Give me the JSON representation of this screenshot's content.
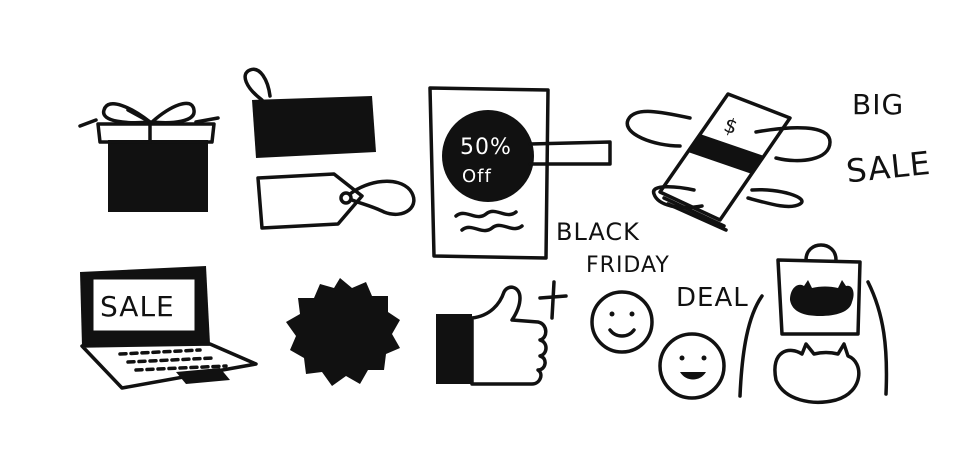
{
  "colors": {
    "ink": "#111111",
    "paper": "#ffffff"
  },
  "texts": {
    "big": "BIG",
    "sale_big": "SALE",
    "black": "BLACK",
    "friday": "FRIDAY",
    "deal": "DEAL",
    "laptop_sale": "SALE",
    "discount_percent": "50%",
    "discount_off": "Off",
    "currency": "$"
  },
  "icons": [
    "gift-box-icon",
    "blank-banner-icon",
    "price-tag-icon",
    "sale-poster-icon",
    "money-stack-icon",
    "laptop-icon",
    "badge-icon",
    "thumbs-up-icon",
    "sparkle-icon",
    "smiley-face-icon",
    "shopping-bag-icon"
  ]
}
